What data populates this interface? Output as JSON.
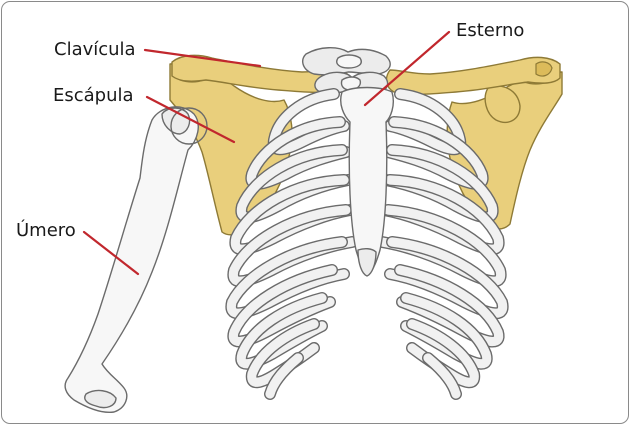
{
  "labels": {
    "clavicula": "Clavícula",
    "escapula": "Escápula",
    "esterno": "Esterno",
    "umero": "Úmero"
  },
  "colors": {
    "highlight_bone": "#e9cf7c",
    "bone": "#ececec",
    "leader_line": "#c1272d",
    "outline": "#6b6b6b"
  }
}
